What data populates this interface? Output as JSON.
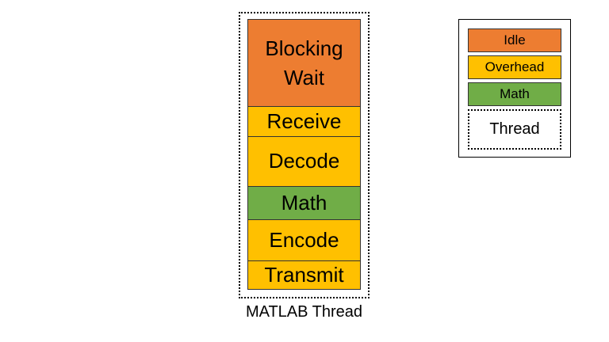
{
  "colors": {
    "idle": "#ED7D31",
    "overhead": "#FFC000",
    "math": "#70AD47"
  },
  "thread": {
    "caption": "MATLAB Thread",
    "blocks": [
      {
        "label": "Blocking\nWait",
        "category": "idle"
      },
      {
        "label": "Receive",
        "category": "overhead"
      },
      {
        "label": "Decode",
        "category": "overhead"
      },
      {
        "label": "Math",
        "category": "math"
      },
      {
        "label": "Encode",
        "category": "overhead"
      },
      {
        "label": "Transmit",
        "category": "overhead"
      }
    ]
  },
  "legend": {
    "idle": "Idle",
    "overhead": "Overhead",
    "math": "Math",
    "thread": "Thread"
  }
}
